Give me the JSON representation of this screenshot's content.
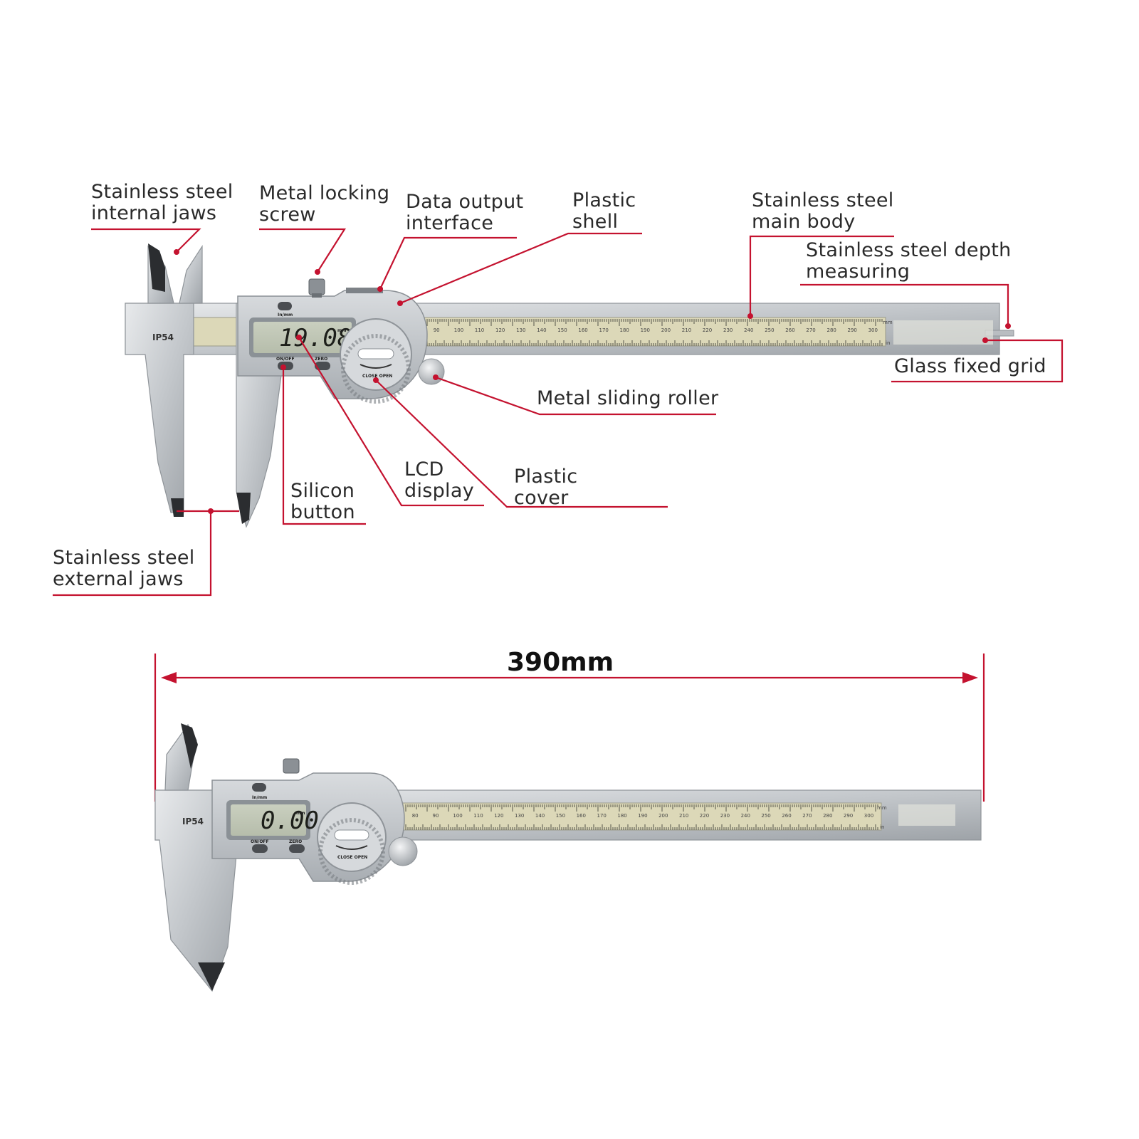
{
  "labels": {
    "internal_jaws": [
      "Stainless steel",
      "internal jaws"
    ],
    "locking_screw": [
      "Metal locking",
      "screw"
    ],
    "data_output": [
      "Data output",
      "interface"
    ],
    "plastic_shell": [
      "Plastic",
      "shell"
    ],
    "main_body": [
      "Stainless steel",
      "main body"
    ],
    "depth_measuring": [
      "Stainless steel depth",
      "measuring"
    ],
    "glass_grid": [
      "Glass fixed grid"
    ],
    "sliding_roller": [
      "Metal sliding roller"
    ],
    "lcd_display": [
      "LCD",
      "display"
    ],
    "plastic_cover": [
      "Plastic",
      "cover"
    ],
    "silicon_button": [
      "Silicon",
      "button"
    ],
    "external_jaws": [
      "Stainless steel",
      "external jaws"
    ]
  },
  "dimension": {
    "total_length": "390mm"
  },
  "caliper_top": {
    "lcd_reading": "19.08",
    "lcd_unit": "mm",
    "ip_rating": "IP54",
    "unit_toggle_label": "In/mm",
    "on_off_label": "ON/OFF",
    "zero_label": "ZERO",
    "cover_label": "CLOSE  OPEN",
    "scale_unit": "mm",
    "scale_unit_in": "in"
  },
  "caliper_bottom": {
    "lcd_reading": "0.00",
    "lcd_unit": "mm",
    "ip_rating": "IP54",
    "unit_toggle_label": "In/mm",
    "on_off_label": "ON/OFF",
    "zero_label": "ZERO",
    "cover_label": "CLOSE  OPEN",
    "scale_unit": "mm",
    "scale_unit_in": "in"
  },
  "scale_numbers_top": [
    "90",
    "100",
    "110",
    "120",
    "130",
    "140",
    "150",
    "160",
    "170",
    "180",
    "190",
    "200",
    "210",
    "220",
    "230",
    "240",
    "250",
    "260",
    "270",
    "280",
    "290",
    "300"
  ],
  "scale_numbers_bottom": [
    "80",
    "90",
    "100",
    "110",
    "120",
    "130",
    "140",
    "150",
    "160",
    "170",
    "180",
    "190",
    "200",
    "210",
    "220",
    "230",
    "240",
    "250",
    "260",
    "270",
    "280",
    "290",
    "300"
  ],
  "colors": {
    "leader": "#c4122f",
    "steel": "#c9ccd0",
    "scale": "#dcd8b8"
  }
}
